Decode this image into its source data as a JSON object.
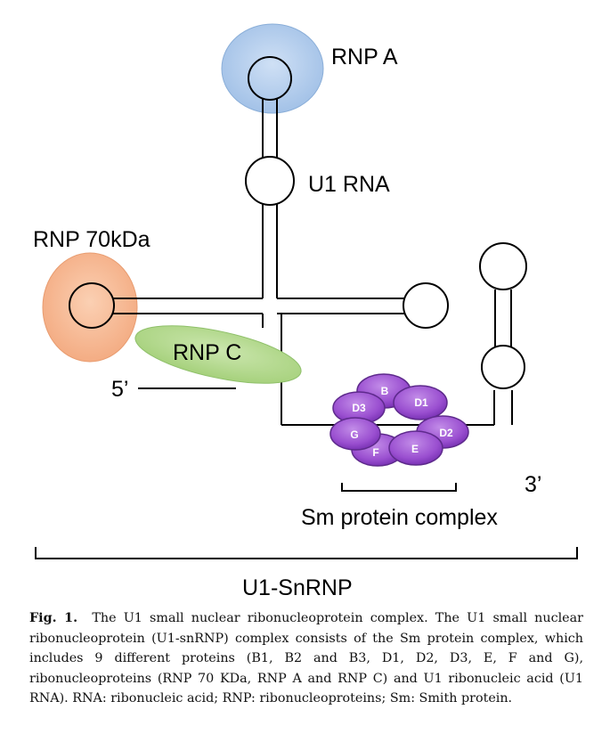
{
  "labels": {
    "rnp_a": "RNP A",
    "u1_rna": "U1 RNA",
    "rnp_70": "RNP 70kDa",
    "rnp_c": "RNP C",
    "five_prime": "5’",
    "three_prime": "3’",
    "sm_complex": "Sm protein complex",
    "u1_snrnp": "U1-SnRNP"
  },
  "sm_proteins": [
    "B",
    "D1",
    "D3",
    "D2",
    "G",
    "E",
    "F"
  ],
  "caption": {
    "fig_label": "Fig. 1.",
    "text": "The U1 small nuclear ribonucleoprotein complex. The U1 small nuclear ribonucleoprotein (U1-snRNP) complex consists of the Sm protein complex, which includes 9 different proteins (B1, B2 and B3, D1, D2, D3, E, F and G), ribonucleoproteins (RNP 70 KDa, RNP A and RNP C) and U1 ribonucleic acid (U1 RNA). RNA: ribonucleic acid; RNP: ribonucleoproteins; Sm: Smith protein."
  },
  "colors": {
    "rnp_a": "#a9c8ec",
    "rnp_70": "#f7b893",
    "rnp_c": "#b4d98e",
    "sm_protein": "#9b59d0",
    "sm_protein_dark": "#5e2a8c"
  }
}
